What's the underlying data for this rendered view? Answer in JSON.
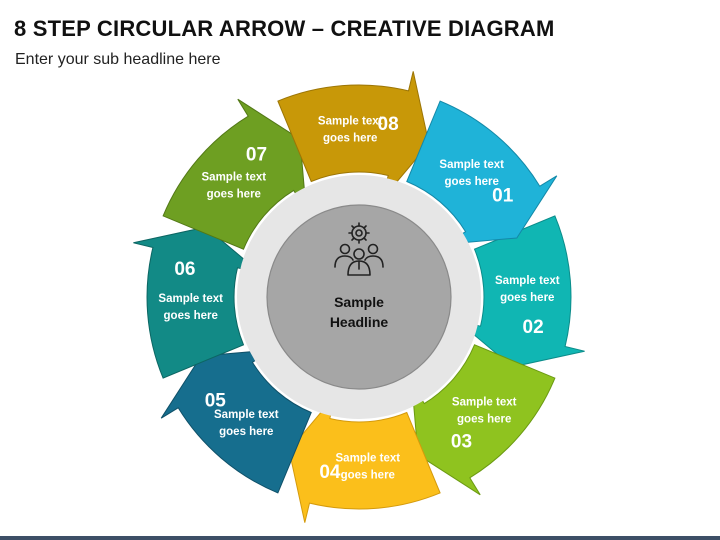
{
  "title": "8 STEP CIRCULAR ARROW – CREATIVE DIAGRAM",
  "subtitle": "Enter your sub headline here",
  "hub": {
    "lines": [
      "Sample",
      "Headline"
    ],
    "icon": "team-gear-icon",
    "ring_color": "#e6e6e6",
    "hub_color": "#a6a6a6"
  },
  "steps": [
    {
      "number": "01",
      "lines": [
        "Sample text",
        "goes here"
      ],
      "color": "#1fb3d8",
      "dark": "#1389a8"
    },
    {
      "number": "02",
      "lines": [
        "Sample text",
        "goes here"
      ],
      "color": "#10b6b3",
      "dark": "#0b8c8a"
    },
    {
      "number": "03",
      "lines": [
        "Sample text",
        "goes here"
      ],
      "color": "#8fc31f",
      "dark": "#6b9a12"
    },
    {
      "number": "04",
      "lines": [
        "Sample text",
        "goes here"
      ],
      "color": "#fbbf1b",
      "dark": "#d49a0c"
    },
    {
      "number": "05",
      "lines": [
        "Sample text",
        "goes here"
      ],
      "color": "#166e8e",
      "dark": "#0f5068"
    },
    {
      "number": "06",
      "lines": [
        "Sample text",
        "goes here"
      ],
      "color": "#128a86",
      "dark": "#0c6663"
    },
    {
      "number": "07",
      "lines": [
        "Sample text",
        "goes here"
      ],
      "color": "#6e9f22",
      "dark": "#527816"
    },
    {
      "number": "08",
      "lines": [
        "Sample text",
        "goes here"
      ],
      "color": "#c89808",
      "dark": "#9c7505"
    }
  ]
}
